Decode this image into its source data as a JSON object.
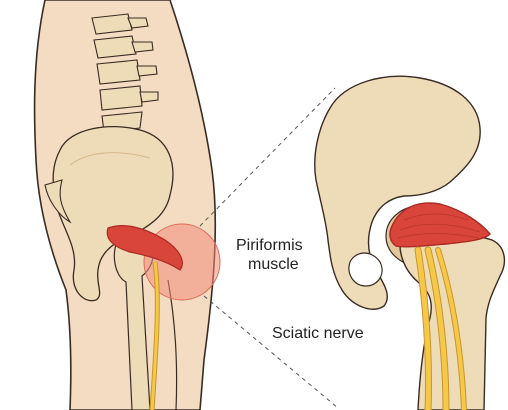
{
  "labels": {
    "muscle_line1": "Piriformis",
    "muscle_line2": "muscle",
    "nerve": "Sciatic nerve"
  },
  "colors": {
    "skin": "#f4dcc3",
    "skin_outline": "#3a2b22",
    "bone": "#eedcb8",
    "bone_shade": "#e2c89c",
    "muscle": "#d9453a",
    "muscle_dark": "#a92a22",
    "nerve": "#f5c84a",
    "nerve_outline": "#c9962a",
    "highlight": "#f08a76",
    "text": "#222222"
  },
  "icons": {
    "left_panel": "side-view-lower-body",
    "right_panel": "magnified-hip-joint"
  }
}
